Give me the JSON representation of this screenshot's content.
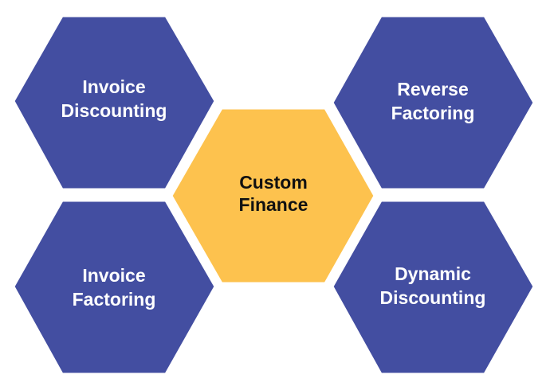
{
  "colors": {
    "outer_fill": "#434ea1",
    "outer_text": "#ffffff",
    "center_fill": "#fdc24e",
    "center_text": "#111111",
    "outline": "#ffffff"
  },
  "hexagons": {
    "invoice_discounting": {
      "line1": "Invoice",
      "line2": "Discounting"
    },
    "reverse_factoring": {
      "line1": "Reverse",
      "line2": "Factoring"
    },
    "custom_finance": {
      "line1": "Custom",
      "line2": "Finance"
    },
    "invoice_factoring": {
      "line1": "Invoice",
      "line2": "Factoring"
    },
    "dynamic_discounting": {
      "line1": "Dynamic",
      "line2": "Discounting"
    }
  }
}
